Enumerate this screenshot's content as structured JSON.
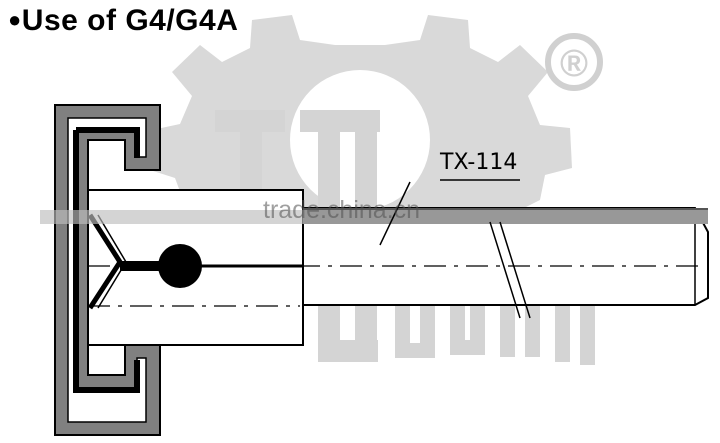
{
  "title": "Use of G4/G4A",
  "callout_label": "TX-114",
  "watermark": {
    "text": "trade.china.cn",
    "logo_text": "TUOXIN",
    "registered_mark": "®"
  },
  "colors": {
    "ink": "#000000",
    "housing_fill": "#7f7f7f",
    "watermark_gray": "#d6d6d6",
    "background": "#ffffff"
  },
  "icons": [
    "bullet-icon",
    "registered-icon",
    "gear-logo-icon"
  ]
}
